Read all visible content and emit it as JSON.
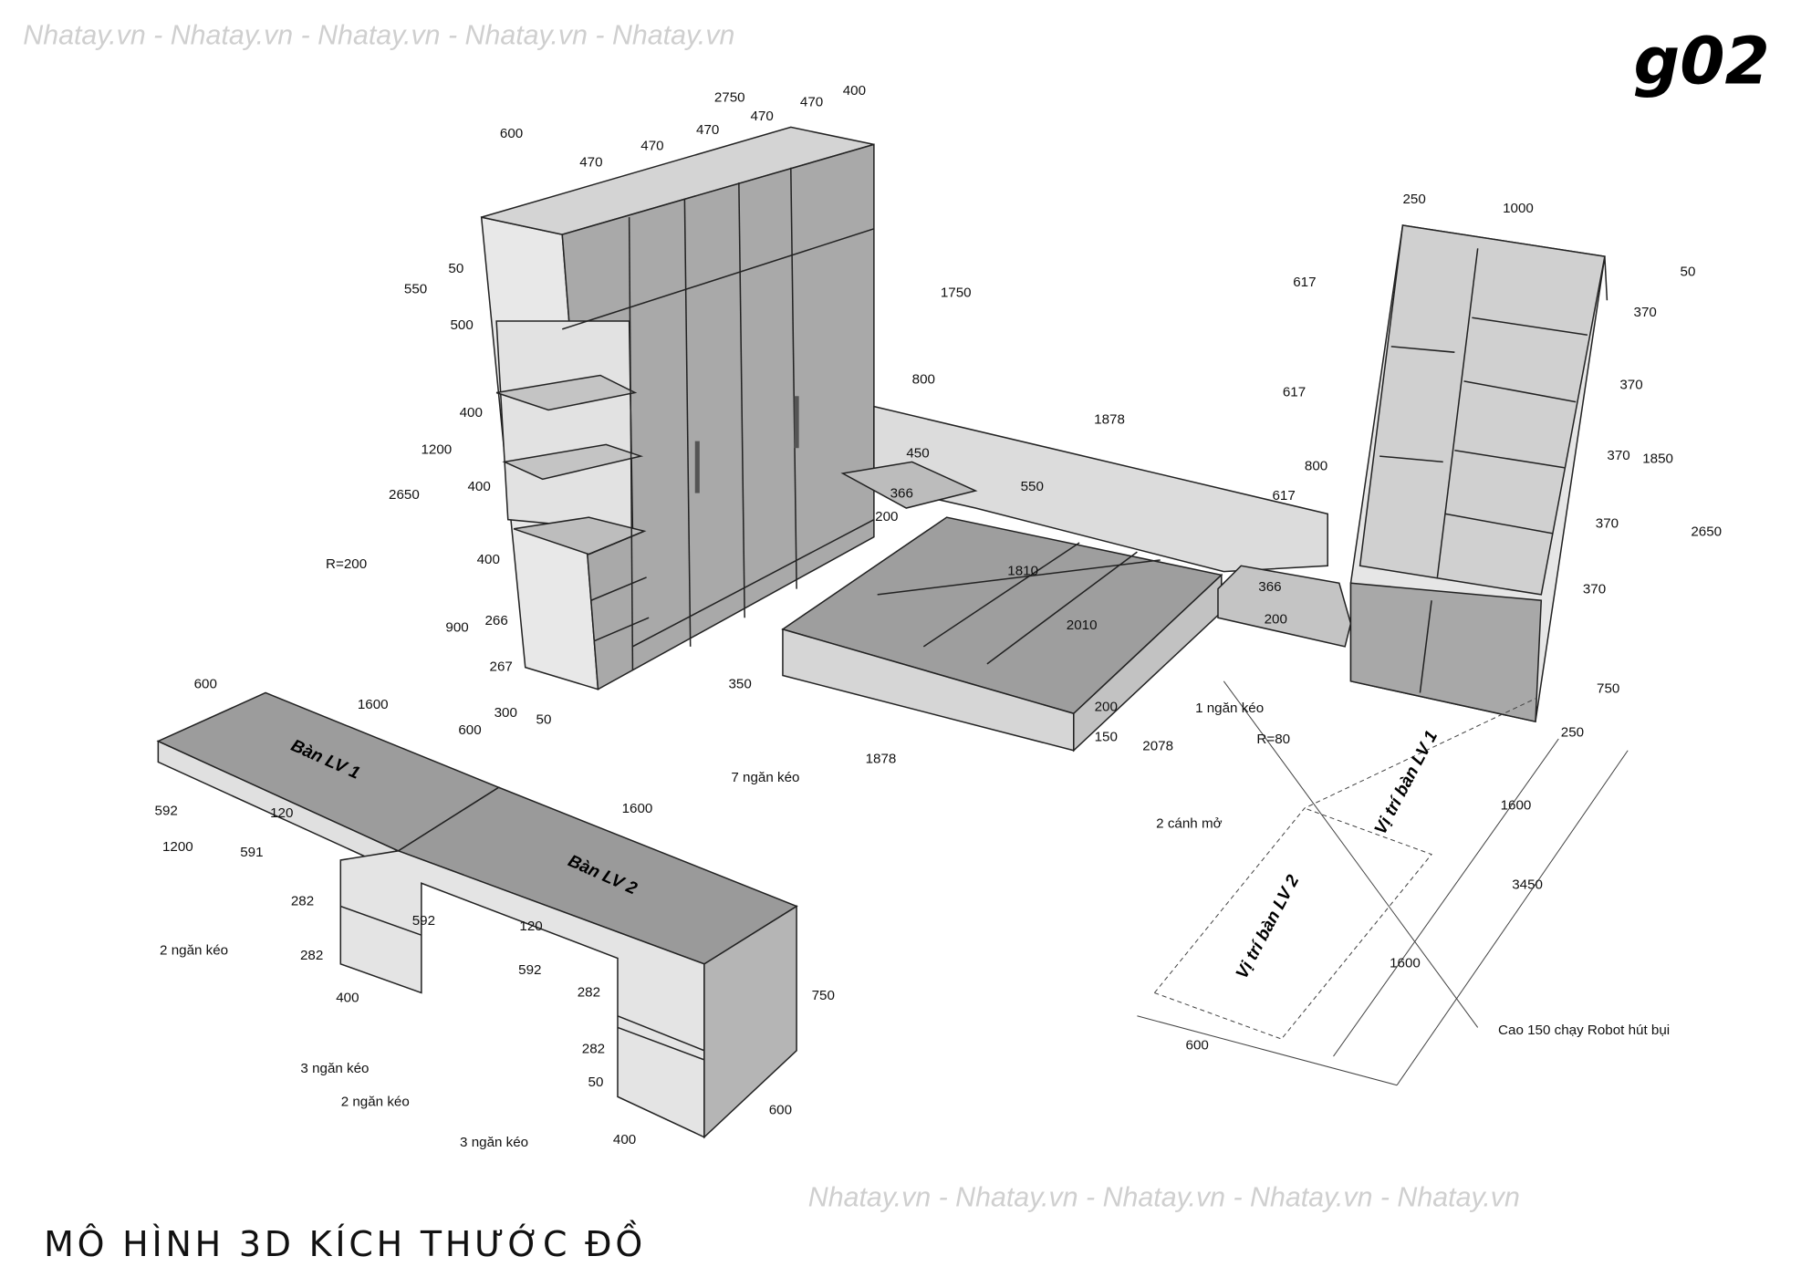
{
  "code": "g02",
  "title": "MÔ HÌNH 3D KÍCH THƯỚC ĐỒ",
  "watermark": "Nhatay.vn - Nhatay.vn - Nhatay.vn - Nhatay.vn - Nhatay.vn",
  "wardrobe": {
    "dimensions": [
      "2750",
      "400",
      "600",
      "470",
      "470",
      "470",
      "470",
      "470",
      "50",
      "550",
      "500",
      "1750",
      "400",
      "1200",
      "400",
      "2650",
      "400",
      "900",
      "266",
      "267",
      "300",
      "600",
      "50"
    ],
    "radius": "R=200",
    "note": "7 ngăn kéo"
  },
  "bed": {
    "dimensions": [
      "800",
      "1878",
      "450",
      "366",
      "550",
      "200",
      "1810",
      "2010",
      "350",
      "200",
      "150",
      "1878",
      "2078"
    ],
    "notes": [
      "1 ngăn kéo",
      "2 cánh mở"
    ]
  },
  "nightstand": {
    "dimensions": [
      "366",
      "200",
      "617",
      "800"
    ],
    "radius": "R=80"
  },
  "shelf": {
    "dimensions": [
      "250",
      "1000",
      "617",
      "50",
      "370",
      "617",
      "370",
      "370",
      "1850",
      "2650",
      "370",
      "370",
      "750",
      "250"
    ]
  },
  "floor_plan": {
    "zone_1": "Vị trí bàn LV 1",
    "zone_2": "Vị trí bàn LV 2",
    "dimensions": [
      "1600",
      "3450",
      "1600",
      "600"
    ],
    "note": "Cao 150 chạy Robot hút bụi"
  },
  "desk": {
    "desk_1": "Bàn LV 1",
    "desk_2": "Bàn LV 2",
    "dimensions": [
      "600",
      "1600",
      "1600",
      "592",
      "120",
      "1200",
      "591",
      "282",
      "592",
      "120",
      "282",
      "592",
      "282",
      "400",
      "750",
      "282",
      "50",
      "600",
      "400"
    ],
    "notes": [
      "2 ngăn kéo",
      "3 ngăn kéo",
      "2 ngăn kéo",
      "3 ngăn kéo"
    ]
  }
}
